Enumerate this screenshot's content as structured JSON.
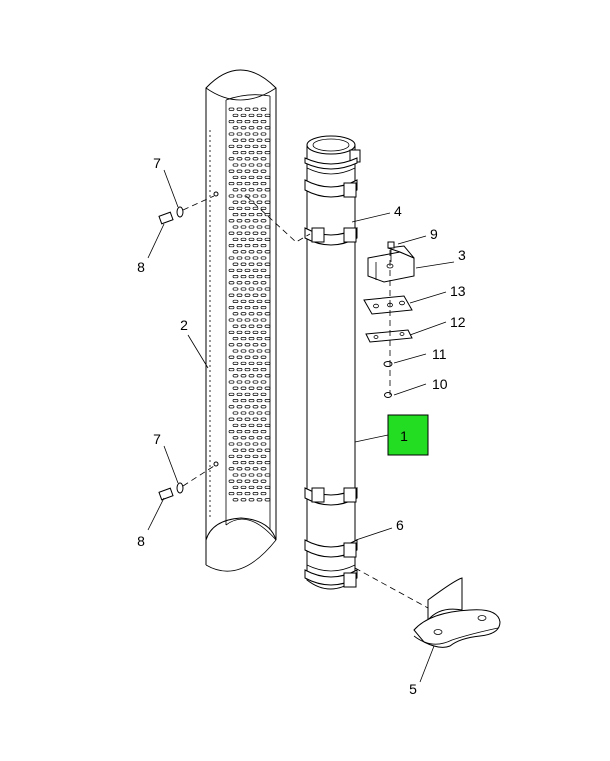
{
  "callouts": {
    "c1": "1",
    "c2": "2",
    "c3": "3",
    "c4": "4",
    "c5": "5",
    "c6": "6",
    "c7a": "7",
    "c7b": "7",
    "c8a": "8",
    "c8b": "8",
    "c9": "9",
    "c10": "10",
    "c11": "11",
    "c12": "12",
    "c13": "13"
  },
  "colors": {
    "highlight": "#22dd22",
    "line": "#000000",
    "background": "#ffffff"
  }
}
